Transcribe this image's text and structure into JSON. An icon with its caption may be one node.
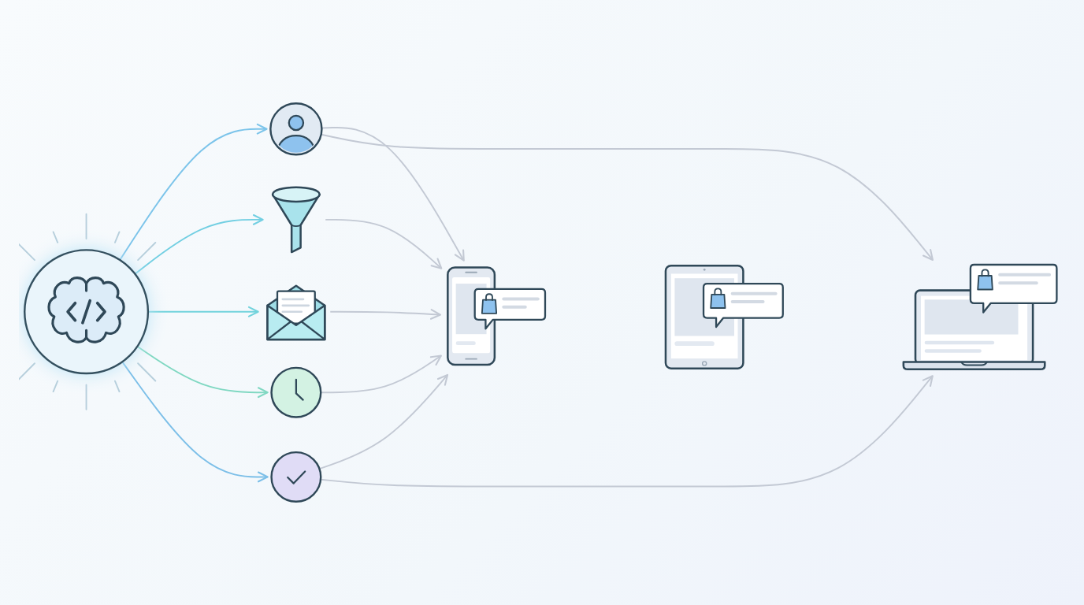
{
  "diagram": {
    "nodes": [
      {
        "text": [],
        "shape": "circle"
      },
      {
        "text": [],
        "shape": "circle"
      },
      {
        "text": [],
        "shape": "picture"
      },
      {
        "text": [],
        "shape": "picture"
      },
      {
        "text": [],
        "shape": "circle"
      },
      {
        "text": [],
        "shape": "circle"
      },
      {
        "text": [],
        "shape": "picture"
      },
      {
        "text": [],
        "shape": "picture"
      },
      {
        "text": [],
        "shape": "picture"
      }
    ],
    "edges": [
      {
        "from": 0,
        "to": 1,
        "arrow": "to",
        "color": "#7cc4ea"
      },
      {
        "from": 0,
        "to": 2,
        "arrow": "to",
        "color": "#72cfe2"
      },
      {
        "from": 0,
        "to": 3,
        "arrow": "to",
        "color": "#72d3dc"
      },
      {
        "from": 0,
        "to": 4,
        "arrow": "to",
        "color": "#80d8c2"
      },
      {
        "from": 0,
        "to": 5,
        "arrow": "to",
        "color": "#7cbfe8"
      },
      {
        "from": 1,
        "to": 6,
        "arrow": "to"
      },
      {
        "from": 2,
        "to": 6,
        "arrow": "to"
      },
      {
        "from": 3,
        "to": 6,
        "arrow": "to"
      },
      {
        "from": 4,
        "to": 6,
        "arrow": "to"
      },
      {
        "from": 5,
        "to": 6,
        "arrow": "to"
      },
      {
        "from": 1,
        "to": 8,
        "arrow": "to"
      },
      {
        "from": 5,
        "to": 8,
        "arrow": "to"
      }
    ]
  }
}
